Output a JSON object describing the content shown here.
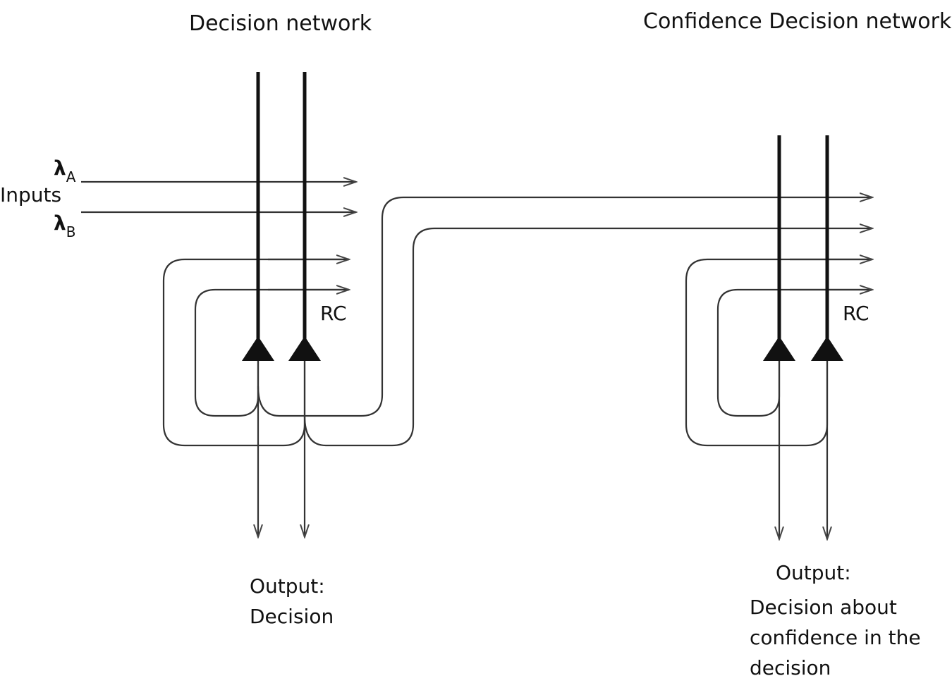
{
  "decision_network": {
    "title": "Decision network",
    "rc_label": "RC",
    "output_label": "Output:",
    "output_text": "Decision"
  },
  "confidence_network": {
    "title": "Confidence Decision network",
    "rc_label": "RC",
    "output_label": "Output:",
    "output_lines": [
      "Decision about",
      "confidence in the",
      "decision"
    ]
  },
  "inputs": {
    "label": "Inputs",
    "lambda_symbol": "λ",
    "a_subscript": "A",
    "b_subscript": "B"
  },
  "colors": {
    "line": "#111111",
    "connection": "#555555"
  }
}
